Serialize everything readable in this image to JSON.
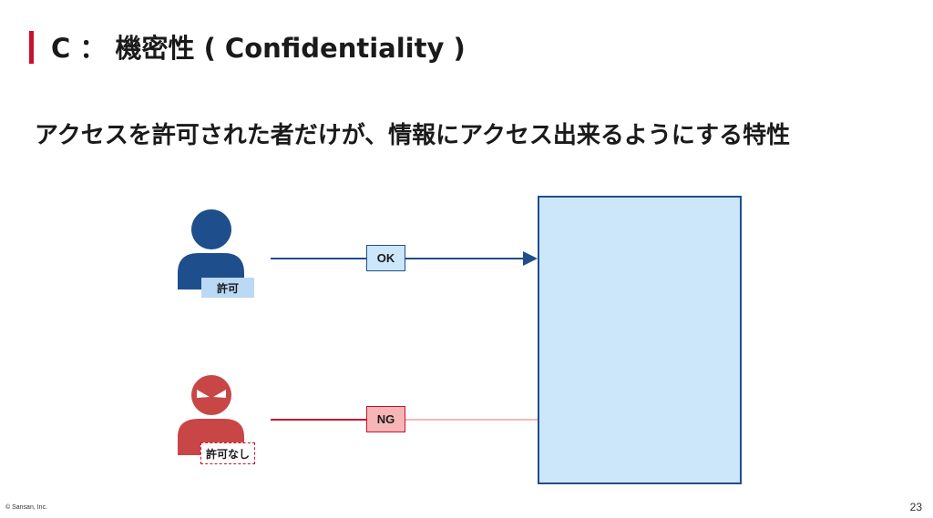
{
  "header": {
    "title": "C ： 機密性 ( Confidentiality )",
    "accent_color": "#c8102e"
  },
  "subtitle": "アクセスを許可された者だけが、情報にアクセス出来るようにする特性",
  "diagram": {
    "allowed_user": {
      "icon": "person-icon",
      "color": "#1f4e8c",
      "tag": "許可",
      "status": "OK"
    },
    "denied_user": {
      "icon": "masked-person-icon",
      "color": "#c84646",
      "tag": "許可なし",
      "status": "NG"
    },
    "target_color": "#cce6fa"
  },
  "footer": {
    "copyright": "© Sansan, Inc.",
    "page_number": "23"
  }
}
